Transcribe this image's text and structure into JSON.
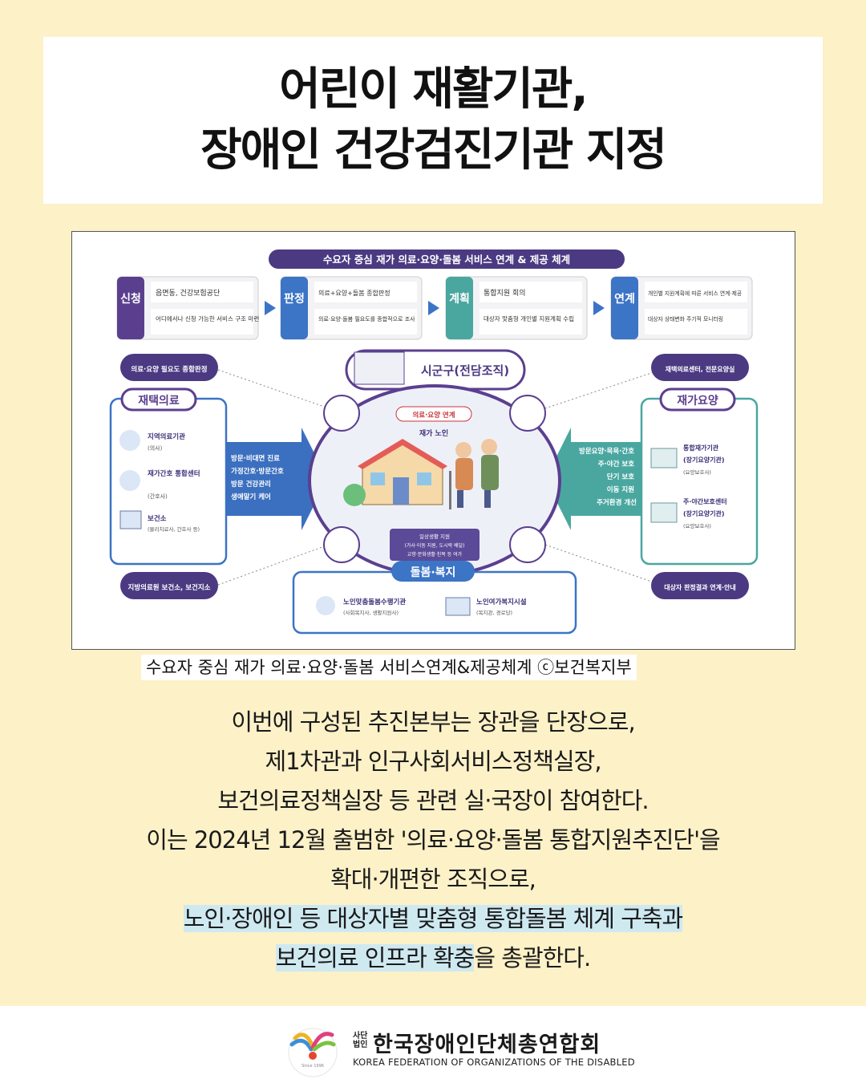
{
  "title": {
    "line1": "어린이 재활기관,",
    "line2": "장애인 건강검진기관 지정"
  },
  "figure": {
    "header": "수요자 중심 재가 의료·요양·돌봄 서비스 연계 & 제공 체계",
    "steps": [
      {
        "tag": "신청",
        "items": [
          "읍면동, 건강보험공단",
          "어디에서나 신청 가능한 서비스 구조 마련"
        ]
      },
      {
        "tag": "판정",
        "items": [
          "의료+요양+돌봄 종합판정",
          "의료·요양·돌봄 필요도를 종합적으로 조사"
        ]
      },
      {
        "tag": "계획",
        "items": [
          "통합지원 회의",
          "대상자 맞춤형 개인별 지원계획 수립"
        ]
      },
      {
        "tag": "연계",
        "items": [
          "개인별 지원계획에 따른 서비스 연계·제공",
          "대상자 상태변화 주기적 모니터링"
        ]
      }
    ],
    "center": {
      "org": "시군구(전담조직)",
      "link_label": "의료·요양 연계",
      "senior_label": "재가 노인",
      "daily_support": "일상생활 지원 (가사·이동 지원, 도시락 배달) 교향·문화생활·친목 등 여가"
    },
    "left_top_tag": "의료·요양 필요도 종합판정",
    "left_panel": {
      "title": "재택의료",
      "items": [
        {
          "name": "지역의료기관",
          "sub": "(의사)"
        },
        {
          "name": "재가간호 통합센터",
          "sub": "(간호사)"
        },
        {
          "name": "보건소",
          "sub": "(물리치료사, 간호사 등)"
        }
      ],
      "arrow_text": "방문·비대면 진료 가정간호·방문간호 방문 건강관리 생애말기 케어"
    },
    "left_bottom_tag": "지방의료원 보건소, 보건지소",
    "right_top_tag": "재택의료센터, 전문요양실",
    "right_panel": {
      "title": "재가요양",
      "items": [
        {
          "name": "통합재가기관 (장기요양기관)",
          "sub": "(요양보호사)"
        },
        {
          "name": "주·야간보호센터 (장기요양기관)",
          "sub": "(요양보호사)"
        }
      ],
      "arrow_text": "방문요양·목욕·간호 주·야간 보호 단기 보호 이동 지원 주거환경 개선"
    },
    "right_bottom_tag": "대상자 판정결과 연계·안내",
    "bottom_panel": {
      "title": "돌봄·복지",
      "items": [
        {
          "name": "노인맞춤돌봄수행기관",
          "sub": "(사회복지사, 생활지원사)"
        },
        {
          "name": "노인여가복지시설",
          "sub": "(복지관, 경로당)"
        }
      ]
    }
  },
  "caption": "수요자 중심 재가 의료·요양·돌봄 서비스연계&제공체계  ⓒ보건복지부",
  "body": {
    "lines": [
      "이번에 구성된 추진본부는 장관을 단장으로,",
      "제1차관과 인구사회서비스정책실장,",
      "보건의료정책실장 등 관련 실·국장이 참여한다.",
      "이는 2024년 12월 출범한 '의료·요양·돌봄 통합지원추진단'을",
      "확대·개편한 조직으로,"
    ],
    "highlight_line": "노인·장애인 등 대상자별 맞춤형 통합돌봄 체계 구축과",
    "last_line_highlight": "보건의료 인프라 확충",
    "last_line_rest": "을 총괄한다."
  },
  "footer": {
    "org_prefix": "사단 법인",
    "org_name": "한국장애인단체총연합회",
    "org_english": "KOREA FEDERATION OF ORGANIZATIONS OF THE DISABLED",
    "logo_since": "Since 1996"
  },
  "colors": {
    "background": "#fdf1c8",
    "purple": "#5b3f8f",
    "teal": "#4aa7a0",
    "blue": "#3c74c6",
    "highlight": "#cfe9f1"
  }
}
